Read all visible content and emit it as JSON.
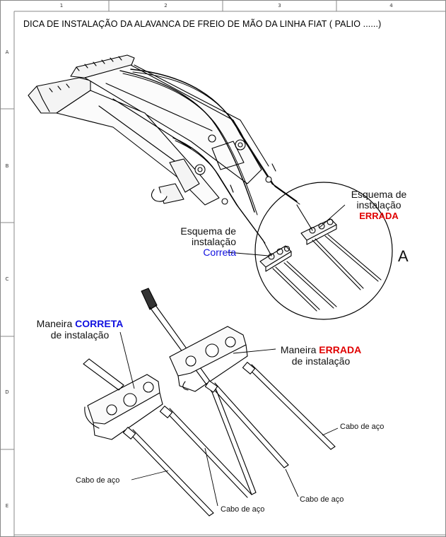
{
  "sheet": {
    "title": "DICA DE INSTALAÇÃO DA ALAVANCA DE FREIO DE MÃO DA LINHA FIAT ( PALIO ......)",
    "columns": [
      "1",
      "2",
      "3",
      "4"
    ],
    "rows": [
      "A",
      "B",
      "C",
      "D",
      "E"
    ]
  },
  "detail": {
    "letter": "A",
    "wrong_line1": "Esquema de",
    "wrong_line2": "instalação",
    "wrong_word": "ERRADA",
    "right_line1": "Esquema de",
    "right_line2": "instalação",
    "right_word": "Correta"
  },
  "callouts": {
    "correct_prefix": "Maneira",
    "correct_word": "CORRETA",
    "correct_suffix": "de instalação",
    "wrong_prefix": "Maneira",
    "wrong_word": "ERRADA",
    "wrong_suffix": "de instalação",
    "cable_1": "Cabo de aço",
    "cable_2": "Cabo de aço",
    "cable_3": "Cabo de aço",
    "cable_4": "Cabo de aço"
  },
  "colors": {
    "wrong": "#e00000",
    "correct": "#1010e0",
    "line": "#000000"
  }
}
